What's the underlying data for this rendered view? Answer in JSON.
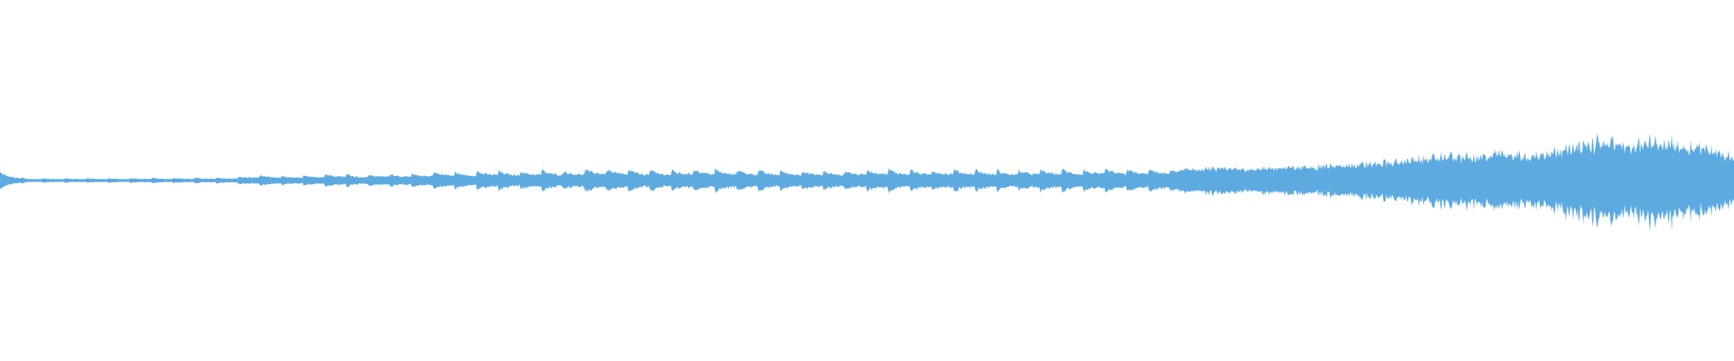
{
  "waveform": {
    "color": "#5DAAE0",
    "background": "#ffffff",
    "description_free": true,
    "envelope": [
      0.18,
      0.05,
      0.05,
      0.05,
      0.05,
      0.05,
      0.06,
      0.06,
      0.06,
      0.07,
      0.12,
      0.1,
      0.11,
      0.16,
      0.12,
      0.15,
      0.14,
      0.2,
      0.18,
      0.22,
      0.2,
      0.23,
      0.21,
      0.26,
      0.24,
      0.23,
      0.22,
      0.26,
      0.24,
      0.24,
      0.22,
      0.22,
      0.21,
      0.22,
      0.26,
      0.24,
      0.23,
      0.25,
      0.24,
      0.22,
      0.24,
      0.25,
      0.24,
      0.26,
      0.25,
      0.26,
      0.27,
      0.3,
      0.28,
      0.3,
      0.32,
      0.34,
      0.38,
      0.42,
      0.45,
      0.52,
      0.6,
      0.56,
      0.66,
      0.58,
      0.72,
      0.82,
      0.95,
      0.84,
      0.96,
      0.88,
      0.8,
      0.56
    ]
  }
}
